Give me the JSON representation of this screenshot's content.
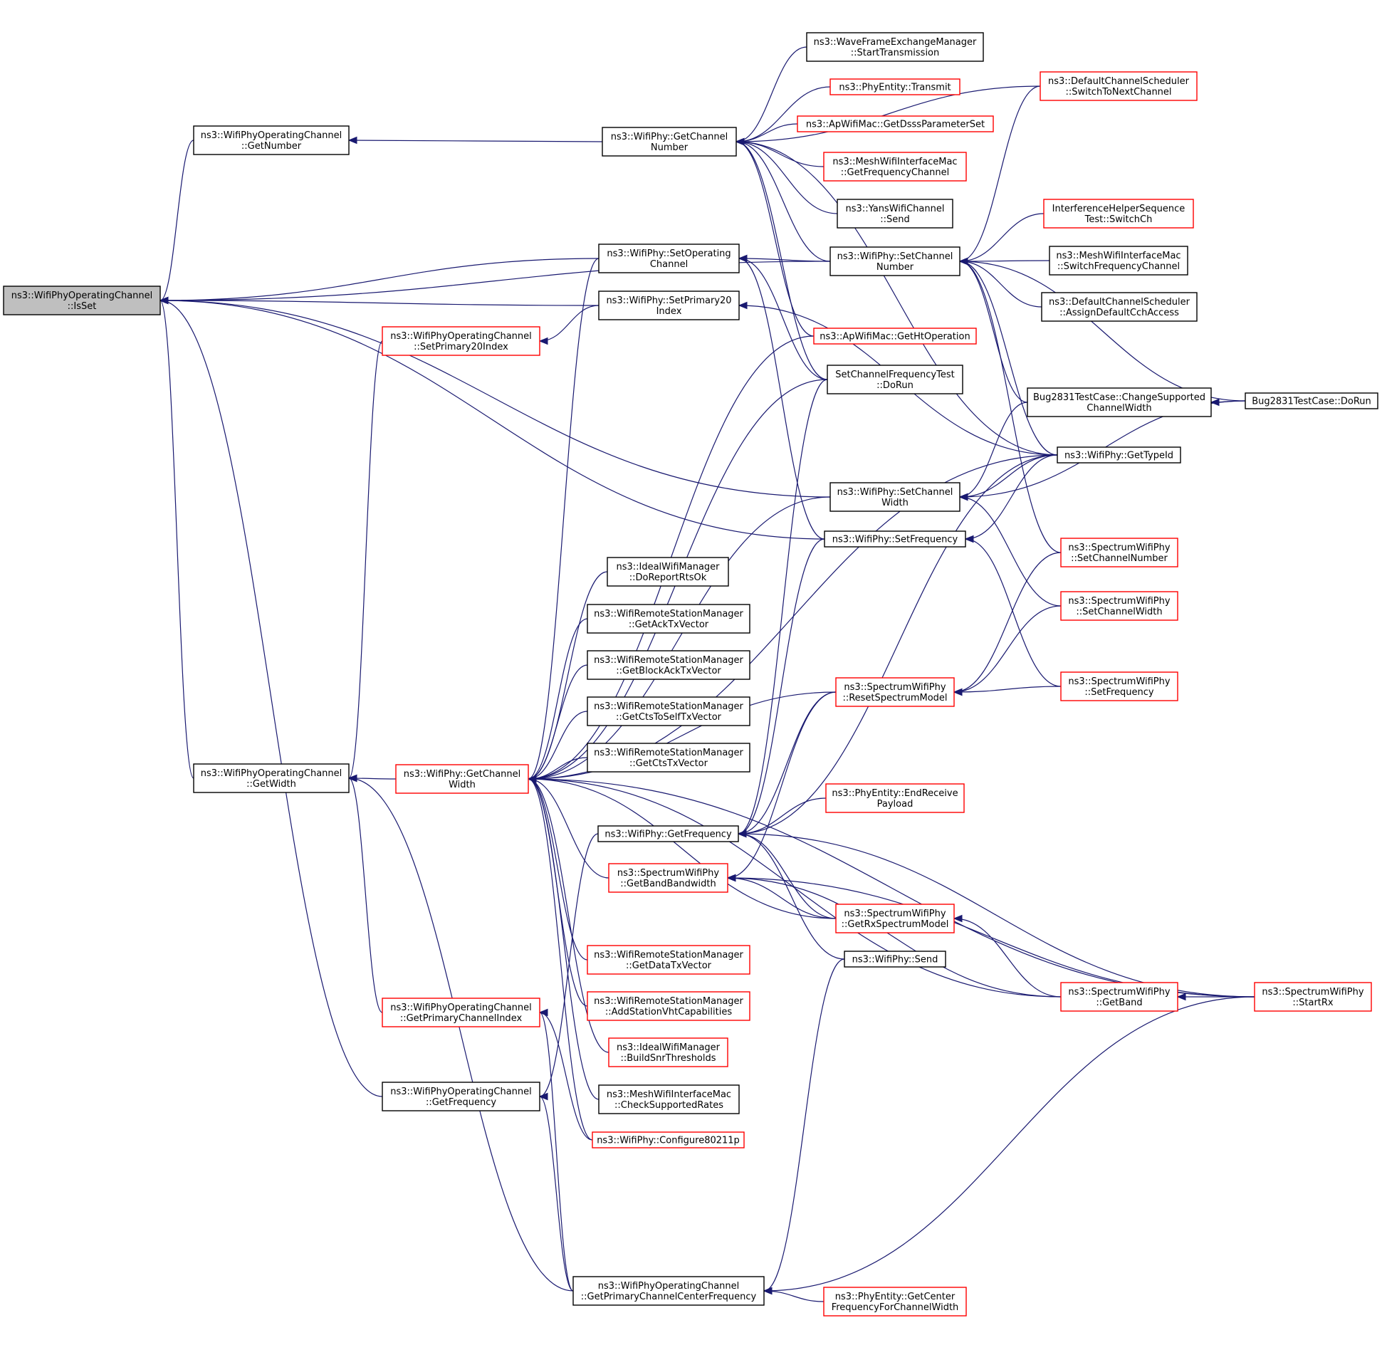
{
  "graph": {
    "colors": {
      "edge": "#191970",
      "focus_fill": "#bfbfbf",
      "node_border": "#000000",
      "truncated_border": "#ff0000",
      "node_fill": "#ffffff"
    },
    "nodes": [
      {
        "id": "isset",
        "lines": [
          "ns3::WifiPhyOperatingChannel",
          "::IsSet"
        ],
        "style": "focus"
      },
      {
        "id": "getnumber",
        "lines": [
          "ns3::WifiPhyOperatingChannel",
          "::GetNumber"
        ],
        "style": "normal"
      },
      {
        "id": "getwidth",
        "lines": [
          "ns3::WifiPhyOperatingChannel",
          "::GetWidth"
        ],
        "style": "normal"
      },
      {
        "id": "setprimary20index_oc",
        "lines": [
          "ns3::WifiPhyOperatingChannel",
          "::SetPrimary20Index"
        ],
        "style": "truncated"
      },
      {
        "id": "getprimarychannelindex",
        "lines": [
          "ns3::WifiPhyOperatingChannel",
          "::GetPrimaryChannelIndex"
        ],
        "style": "truncated"
      },
      {
        "id": "getfrequency_oc",
        "lines": [
          "ns3::WifiPhyOperatingChannel",
          "::GetFrequency"
        ],
        "style": "normal"
      },
      {
        "id": "getprimarycenterfreq",
        "lines": [
          "ns3::WifiPhyOperatingChannel",
          "::GetPrimaryChannelCenterFrequency"
        ],
        "style": "normal"
      },
      {
        "id": "getchannelnumber",
        "lines": [
          "ns3::WifiPhy::GetChannel",
          "Number"
        ],
        "style": "normal"
      },
      {
        "id": "setoperatingchannel",
        "lines": [
          "ns3::WifiPhy::SetOperating",
          "Channel"
        ],
        "style": "normal"
      },
      {
        "id": "setprimary20index_phy",
        "lines": [
          "ns3::WifiPhy::SetPrimary20",
          "Index"
        ],
        "style": "normal"
      },
      {
        "id": "getchannelwidth",
        "lines": [
          "ns3::WifiPhy::GetChannel",
          "Width"
        ],
        "style": "truncated"
      },
      {
        "id": "idealreport",
        "lines": [
          "ns3::IdealWifiManager",
          "::DoReportRtsOk"
        ],
        "style": "normal"
      },
      {
        "id": "getacktx",
        "lines": [
          "ns3::WifiRemoteStationManager",
          "::GetAckTxVector"
        ],
        "style": "normal"
      },
      {
        "id": "getblockacktx",
        "lines": [
          "ns3::WifiRemoteStationManager",
          "::GetBlockAckTxVector"
        ],
        "style": "normal"
      },
      {
        "id": "getctstoself",
        "lines": [
          "ns3::WifiRemoteStationManager",
          "::GetCtsToSelfTxVector"
        ],
        "style": "normal"
      },
      {
        "id": "getctstx",
        "lines": [
          "ns3::WifiRemoteStationManager",
          "::GetCtsTxVector"
        ],
        "style": "normal"
      },
      {
        "id": "getfrequency_phy",
        "lines": [
          "ns3::WifiPhy::GetFrequency"
        ],
        "style": "normal"
      },
      {
        "id": "getbandbandwidth",
        "lines": [
          "ns3::SpectrumWifiPhy",
          "::GetBandBandwidth"
        ],
        "style": "truncated"
      },
      {
        "id": "getdatatx",
        "lines": [
          "ns3::WifiRemoteStationManager",
          "::GetDataTxVector"
        ],
        "style": "truncated"
      },
      {
        "id": "addstationvht",
        "lines": [
          "ns3::WifiRemoteStationManager",
          "::AddStationVhtCapabilities"
        ],
        "style": "truncated"
      },
      {
        "id": "buildsnr",
        "lines": [
          "ns3::IdealWifiManager",
          "::BuildSnrThresholds"
        ],
        "style": "truncated"
      },
      {
        "id": "checksupported",
        "lines": [
          "ns3::MeshWifiInterfaceMac",
          "::CheckSupportedRates"
        ],
        "style": "normal"
      },
      {
        "id": "configure80211p",
        "lines": [
          "ns3::WifiPhy::Configure80211p"
        ],
        "style": "truncated"
      },
      {
        "id": "wavestart",
        "lines": [
          "ns3::WaveFrameExchangeManager",
          "::StartTransmission"
        ],
        "style": "normal"
      },
      {
        "id": "phytransmit",
        "lines": [
          "ns3::PhyEntity::Transmit"
        ],
        "style": "truncated"
      },
      {
        "id": "apdsss",
        "lines": [
          "ns3::ApWifiMac::GetDsssParameterSet"
        ],
        "style": "truncated"
      },
      {
        "id": "meshgetfreqch",
        "lines": [
          "ns3::MeshWifiInterfaceMac",
          "::GetFrequencyChannel"
        ],
        "style": "truncated"
      },
      {
        "id": "yanssend",
        "lines": [
          "ns3::YansWifiChannel",
          "::Send"
        ],
        "style": "normal"
      },
      {
        "id": "setchannelnumber",
        "lines": [
          "ns3::WifiPhy::SetChannel",
          "Number"
        ],
        "style": "normal"
      },
      {
        "id": "apgetht",
        "lines": [
          "ns3::ApWifiMac::GetHtOperation"
        ],
        "style": "truncated"
      },
      {
        "id": "setchfreqtest",
        "lines": [
          "SetChannelFrequencyTest",
          "::DoRun"
        ],
        "style": "normal"
      },
      {
        "id": "setchannelwidth",
        "lines": [
          "ns3::WifiPhy::SetChannel",
          "Width"
        ],
        "style": "normal"
      },
      {
        "id": "setfrequency_phy",
        "lines": [
          "ns3::WifiPhy::SetFrequency"
        ],
        "style": "normal"
      },
      {
        "id": "resetspectrum",
        "lines": [
          "ns3::SpectrumWifiPhy",
          "::ResetSpectrumModel"
        ],
        "style": "truncated"
      },
      {
        "id": "endreceive",
        "lines": [
          "ns3::PhyEntity::EndReceive",
          "Payload"
        ],
        "style": "truncated"
      },
      {
        "id": "getrxspectrum",
        "lines": [
          "ns3::SpectrumWifiPhy",
          "::GetRxSpectrumModel"
        ],
        "style": "truncated"
      },
      {
        "id": "physend",
        "lines": [
          "ns3::WifiPhy::Send"
        ],
        "style": "normal"
      },
      {
        "id": "getcenterfreq",
        "lines": [
          "ns3::PhyEntity::GetCenter",
          "FrequencyForChannelWidth"
        ],
        "style": "truncated"
      },
      {
        "id": "defswitch",
        "lines": [
          "ns3::DefaultChannelScheduler",
          "::SwitchToNextChannel"
        ],
        "style": "truncated"
      },
      {
        "id": "interfswitch",
        "lines": [
          "InterferenceHelperSequence",
          "Test::SwitchCh"
        ],
        "style": "truncated"
      },
      {
        "id": "meshswitch",
        "lines": [
          "ns3::MeshWifiInterfaceMac",
          "::SwitchFrequencyChannel"
        ],
        "style": "normal"
      },
      {
        "id": "defassign",
        "lines": [
          "ns3::DefaultChannelScheduler",
          "::AssignDefaultCchAccess"
        ],
        "style": "normal"
      },
      {
        "id": "bugchange",
        "lines": [
          "Bug2831TestCase::ChangeSupported",
          "ChannelWidth"
        ],
        "style": "normal"
      },
      {
        "id": "gettypeid",
        "lines": [
          "ns3::WifiPhy::GetTypeId"
        ],
        "style": "normal"
      },
      {
        "id": "specsetchnum",
        "lines": [
          "ns3::SpectrumWifiPhy",
          "::SetChannelNumber"
        ],
        "style": "truncated"
      },
      {
        "id": "specsetchwidth",
        "lines": [
          "ns3::SpectrumWifiPhy",
          "::SetChannelWidth"
        ],
        "style": "truncated"
      },
      {
        "id": "specsetfreq",
        "lines": [
          "ns3::SpectrumWifiPhy",
          "::SetFrequency"
        ],
        "style": "truncated"
      },
      {
        "id": "specgetband",
        "lines": [
          "ns3::SpectrumWifiPhy",
          "::GetBand"
        ],
        "style": "truncated"
      },
      {
        "id": "bugdorun",
        "lines": [
          "Bug2831TestCase::DoRun"
        ],
        "style": "normal"
      },
      {
        "id": "specstartrx",
        "lines": [
          "ns3::SpectrumWifiPhy",
          "::StartRx"
        ],
        "style": "truncated"
      }
    ],
    "edges": [
      [
        "getnumber",
        "isset"
      ],
      [
        "getwidth",
        "isset"
      ],
      [
        "getfrequency_oc",
        "isset"
      ],
      [
        "setoperatingchannel",
        "isset"
      ],
      [
        "setprimary20index_phy",
        "isset"
      ],
      [
        "setchannelnumber",
        "isset"
      ],
      [
        "setchannelwidth",
        "isset"
      ],
      [
        "setfrequency_phy",
        "isset"
      ],
      [
        "getchannelnumber",
        "getnumber"
      ],
      [
        "getchannelwidth",
        "getwidth"
      ],
      [
        "setprimary20index_oc",
        "getwidth"
      ],
      [
        "getprimarychannelindex",
        "getwidth"
      ],
      [
        "getprimarycenterfreq",
        "getwidth"
      ],
      [
        "setprimary20index_phy",
        "setprimary20index_oc"
      ],
      [
        "getprimarycenterfreq",
        "getprimarychannelindex"
      ],
      [
        "configure80211p",
        "getprimarychannelindex"
      ],
      [
        "getfrequency_phy",
        "getfrequency_oc"
      ],
      [
        "getprimarycenterfreq",
        "getfrequency_oc"
      ],
      [
        "getcenterfreq",
        "getprimarycenterfreq"
      ],
      [
        "specstartrx",
        "getprimarycenterfreq"
      ],
      [
        "wavestart",
        "getchannelnumber"
      ],
      [
        "phytransmit",
        "getchannelnumber"
      ],
      [
        "apdsss",
        "getchannelnumber"
      ],
      [
        "meshgetfreqch",
        "getchannelnumber"
      ],
      [
        "yanssend",
        "getchannelnumber"
      ],
      [
        "setchannelnumber",
        "getchannelnumber"
      ],
      [
        "apgetht",
        "getchannelnumber"
      ],
      [
        "setchfreqtest",
        "getchannelnumber"
      ],
      [
        "defswitch",
        "getchannelnumber"
      ],
      [
        "gettypeid",
        "getchannelnumber"
      ],
      [
        "setchannelnumber",
        "setoperatingchannel"
      ],
      [
        "setchfreqtest",
        "setoperatingchannel"
      ],
      [
        "setfrequency_phy",
        "setoperatingchannel"
      ],
      [
        "gettypeid",
        "setprimary20index_phy"
      ],
      [
        "idealreport",
        "getchannelwidth"
      ],
      [
        "getacktx",
        "getchannelwidth"
      ],
      [
        "getblockacktx",
        "getchannelwidth"
      ],
      [
        "getctstoself",
        "getchannelwidth"
      ],
      [
        "getctstx",
        "getchannelwidth"
      ],
      [
        "getbandbandwidth",
        "getchannelwidth"
      ],
      [
        "getdatatx",
        "getchannelwidth"
      ],
      [
        "addstationvht",
        "getchannelwidth"
      ],
      [
        "buildsnr",
        "getchannelwidth"
      ],
      [
        "checksupported",
        "getchannelwidth"
      ],
      [
        "configure80211p",
        "getchannelwidth"
      ],
      [
        "setoperatingchannel",
        "getchannelwidth"
      ],
      [
        "apgetht",
        "getchannelwidth"
      ],
      [
        "setchfreqtest",
        "getchannelwidth"
      ],
      [
        "setchannelwidth",
        "getchannelwidth"
      ],
      [
        "gettypeid",
        "getchannelwidth"
      ],
      [
        "resetspectrum",
        "getchannelwidth"
      ],
      [
        "getrxspectrum",
        "getchannelwidth"
      ],
      [
        "specstartrx",
        "getchannelwidth"
      ],
      [
        "specgetband",
        "getchannelwidth"
      ],
      [
        "setchfreqtest",
        "getfrequency_phy"
      ],
      [
        "setfrequency_phy",
        "getfrequency_phy"
      ],
      [
        "resetspectrum",
        "getfrequency_phy"
      ],
      [
        "endreceive",
        "getfrequency_phy"
      ],
      [
        "getrxspectrum",
        "getfrequency_phy"
      ],
      [
        "physend",
        "getfrequency_phy"
      ],
      [
        "gettypeid",
        "getfrequency_phy"
      ],
      [
        "specstartrx",
        "getfrequency_phy"
      ],
      [
        "resetspectrum",
        "getbandbandwidth"
      ],
      [
        "getrxspectrum",
        "getbandbandwidth"
      ],
      [
        "specgetband",
        "getbandbandwidth"
      ],
      [
        "specstartrx",
        "getbandbandwidth"
      ],
      [
        "interfswitch",
        "setchannelnumber"
      ],
      [
        "meshswitch",
        "setchannelnumber"
      ],
      [
        "defassign",
        "setchannelnumber"
      ],
      [
        "bugchange",
        "setchannelnumber"
      ],
      [
        "gettypeid",
        "setchannelnumber"
      ],
      [
        "specsetchnum",
        "setchannelnumber"
      ],
      [
        "bugdorun",
        "setchannelnumber"
      ],
      [
        "defswitch",
        "setchannelnumber"
      ],
      [
        "gettypeid",
        "setchannelwidth"
      ],
      [
        "specsetchwidth",
        "setchannelwidth"
      ],
      [
        "bugdorun",
        "setchannelwidth"
      ],
      [
        "bugchange",
        "setchannelwidth"
      ],
      [
        "gettypeid",
        "setfrequency_phy"
      ],
      [
        "specsetfreq",
        "setfrequency_phy"
      ],
      [
        "bugdorun",
        "bugchange"
      ],
      [
        "specsetchnum",
        "resetspectrum"
      ],
      [
        "specsetchwidth",
        "resetspectrum"
      ],
      [
        "specsetfreq",
        "resetspectrum"
      ],
      [
        "specgetband",
        "getrxspectrum"
      ],
      [
        "specstartrx",
        "specgetband"
      ],
      [
        "physend",
        "getprimarycenterfreq"
      ]
    ]
  }
}
